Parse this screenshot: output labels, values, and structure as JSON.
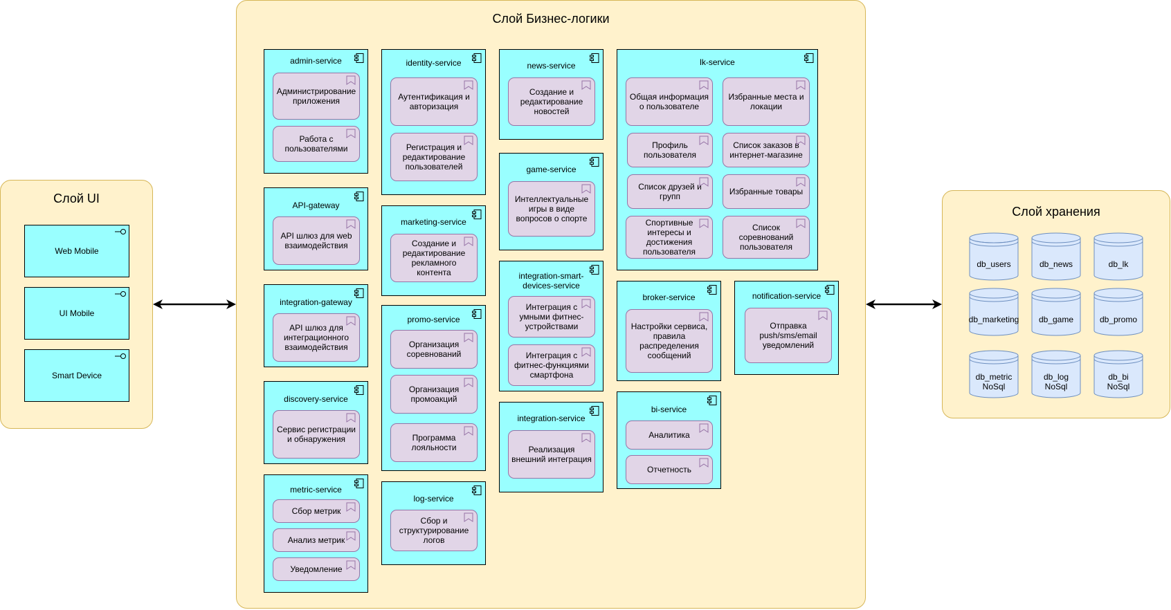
{
  "ui_layer": {
    "title": "Слой UI",
    "items": [
      "Web Mobile",
      "UI Mobile",
      "Smart Device"
    ]
  },
  "bl_layer": {
    "title": "Слой Бизнес-логики",
    "services": {
      "admin": {
        "title": "admin-service",
        "funcs": [
          "Администрирование приложения",
          "Работа с пользователями"
        ]
      },
      "api_gw": {
        "title": "API-gateway",
        "funcs": [
          "API шлюз для web взаимодействия"
        ]
      },
      "int_gw": {
        "title": "integration-gateway",
        "funcs": [
          "API шлюз для интеграционного взаимодействия"
        ]
      },
      "discovery": {
        "title": "discovery-service",
        "funcs": [
          "Сервис регистрации и обнаружения"
        ]
      },
      "metric": {
        "title": "metric-service",
        "funcs": [
          "Сбор метрик",
          "Анализ метрик",
          "Уведомление"
        ]
      },
      "identity": {
        "title": "identity-service",
        "funcs": [
          "Аутентификация и авторизация",
          "Регистрация и редактирование пользователей"
        ]
      },
      "marketing": {
        "title": "marketing-service",
        "funcs": [
          "Создание и редактирование рекламного контента"
        ]
      },
      "promo": {
        "title": "promo-service",
        "funcs": [
          "Организация соревнований",
          "Организация промоакций",
          "Программа лояльности"
        ]
      },
      "log": {
        "title": "log-service",
        "funcs": [
          "Сбор и структурирование логов"
        ]
      },
      "news": {
        "title": "news-service",
        "funcs": [
          "Создание и редактирование новостей"
        ]
      },
      "game": {
        "title": "game-service",
        "funcs": [
          "Интеллектуальные игры в виде вопросов о спорте"
        ]
      },
      "smart": {
        "title": "integration-smart-devices-service",
        "funcs": [
          "Интеграция с умными фитнес-устройствами",
          "Интеграция с фитнес-функциями смартфона"
        ]
      },
      "integration": {
        "title": "integration-service",
        "funcs": [
          "Реализация внешний интеграция"
        ]
      },
      "lk": {
        "title": "lk-service",
        "funcs": [
          "Общая информация о пользователе",
          "Избранные места и локации",
          "Профиль пользователя",
          "Список заказов в интернет-магазине",
          "Список друзей и групп",
          "Избранные товары",
          "Спортивные интересы и достижения пользователя",
          "Список соревнований пользователя"
        ]
      },
      "broker": {
        "title": "broker-service",
        "funcs": [
          "Настройки сервиса, правила распределения сообщений"
        ]
      },
      "notification": {
        "title": "notification-service",
        "funcs": [
          "Отправка push/sms/email уведомлений"
        ]
      },
      "bi": {
        "title": "bi-service",
        "funcs": [
          "Аналитика",
          "Отчетность"
        ]
      }
    }
  },
  "storage_layer": {
    "title": "Слой хранения",
    "dbs": [
      "db_users",
      "db_news",
      "db_lk",
      "db_marketing",
      "db_game",
      "db_promo",
      "db_metric NoSql",
      "db_log NoSql",
      "db_bi NoSql"
    ]
  },
  "colors": {
    "layer_fill": "#fff2cc",
    "layer_border": "#d6b656",
    "service_fill": "#99ffff",
    "function_fill": "#e1d5e7",
    "function_border": "#9673a6",
    "db_fill": "#dae8fc",
    "db_border": "#6c8ebf"
  },
  "icons": {
    "ui_item": "interface-icon",
    "service": "component-icon",
    "function": "function-flag-icon",
    "db": "database-cylinder-icon",
    "connector": "bidirectional-arrow-icon"
  }
}
